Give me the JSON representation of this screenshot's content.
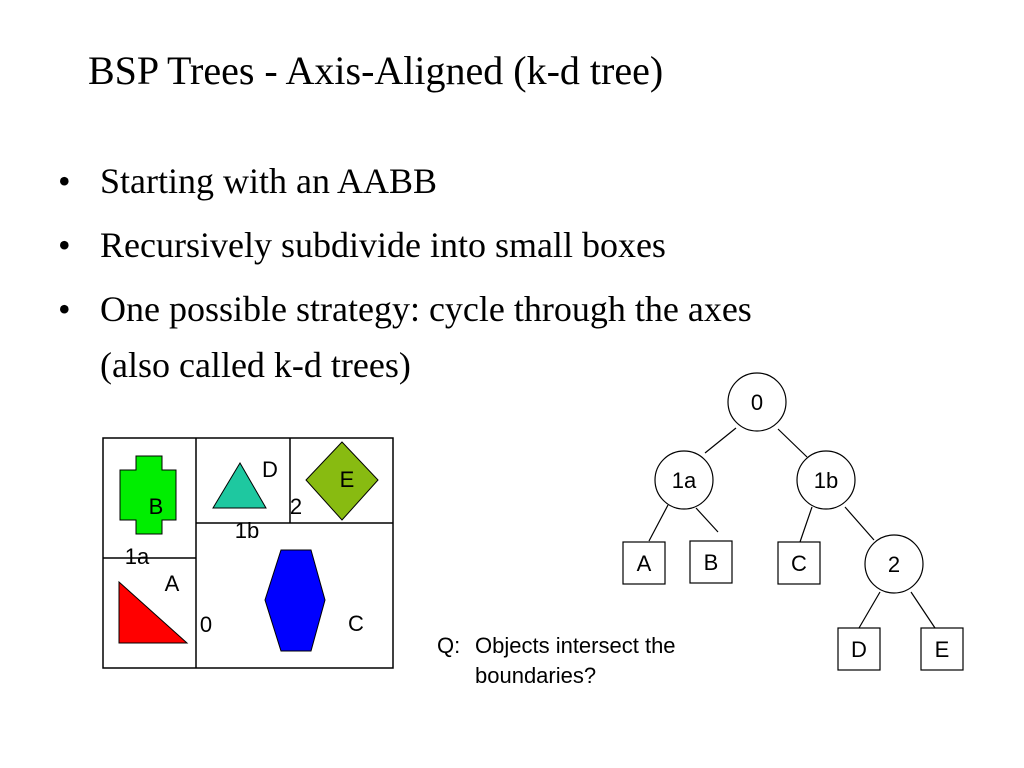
{
  "slide": {
    "title": "BSP Trees - Axis-Aligned (k-d tree)",
    "bullets": [
      {
        "marker": "•",
        "lines": [
          "Starting with an AABB"
        ]
      },
      {
        "marker": "•",
        "lines": [
          "Recursively subdivide into small boxes"
        ]
      },
      {
        "marker": "•",
        "lines": [
          "One possible strategy: cycle through the axes",
          "(also called k-d trees)"
        ]
      }
    ]
  },
  "spatial_diagram": {
    "split_labels": {
      "split_0": "0",
      "split_1a": "1a",
      "split_1b": "1b",
      "split_2": "2"
    },
    "objects": [
      {
        "id": "A",
        "label": "A",
        "shape": "right-triangle",
        "color": "#ff0000"
      },
      {
        "id": "B",
        "label": "B",
        "shape": "cross-blob",
        "color": "#00ee00"
      },
      {
        "id": "C",
        "label": "C",
        "shape": "hexagon",
        "color": "#0000ff"
      },
      {
        "id": "D",
        "label": "D",
        "shape": "triangle",
        "color": "#1ec8a0"
      },
      {
        "id": "E",
        "label": "E",
        "shape": "diamond",
        "color": "#88bb11"
      }
    ]
  },
  "tree": {
    "nodes": [
      {
        "id": "0",
        "label": "0",
        "kind": "split"
      },
      {
        "id": "1a",
        "label": "1a",
        "kind": "split"
      },
      {
        "id": "1b",
        "label": "1b",
        "kind": "split"
      },
      {
        "id": "2",
        "label": "2",
        "kind": "split"
      },
      {
        "id": "A",
        "label": "A",
        "kind": "leaf"
      },
      {
        "id": "B",
        "label": "B",
        "kind": "leaf"
      },
      {
        "id": "C",
        "label": "C",
        "kind": "leaf"
      },
      {
        "id": "D",
        "label": "D",
        "kind": "leaf"
      },
      {
        "id": "E",
        "label": "E",
        "kind": "leaf"
      }
    ],
    "edges": [
      [
        "0",
        "1a"
      ],
      [
        "0",
        "1b"
      ],
      [
        "1a",
        "A"
      ],
      [
        "1a",
        "B"
      ],
      [
        "1b",
        "C"
      ],
      [
        "1b",
        "2"
      ],
      [
        "2",
        "D"
      ],
      [
        "2",
        "E"
      ]
    ]
  },
  "question": {
    "prefix": "Q:",
    "lines": [
      "Objects intersect the",
      "boundaries?"
    ]
  }
}
